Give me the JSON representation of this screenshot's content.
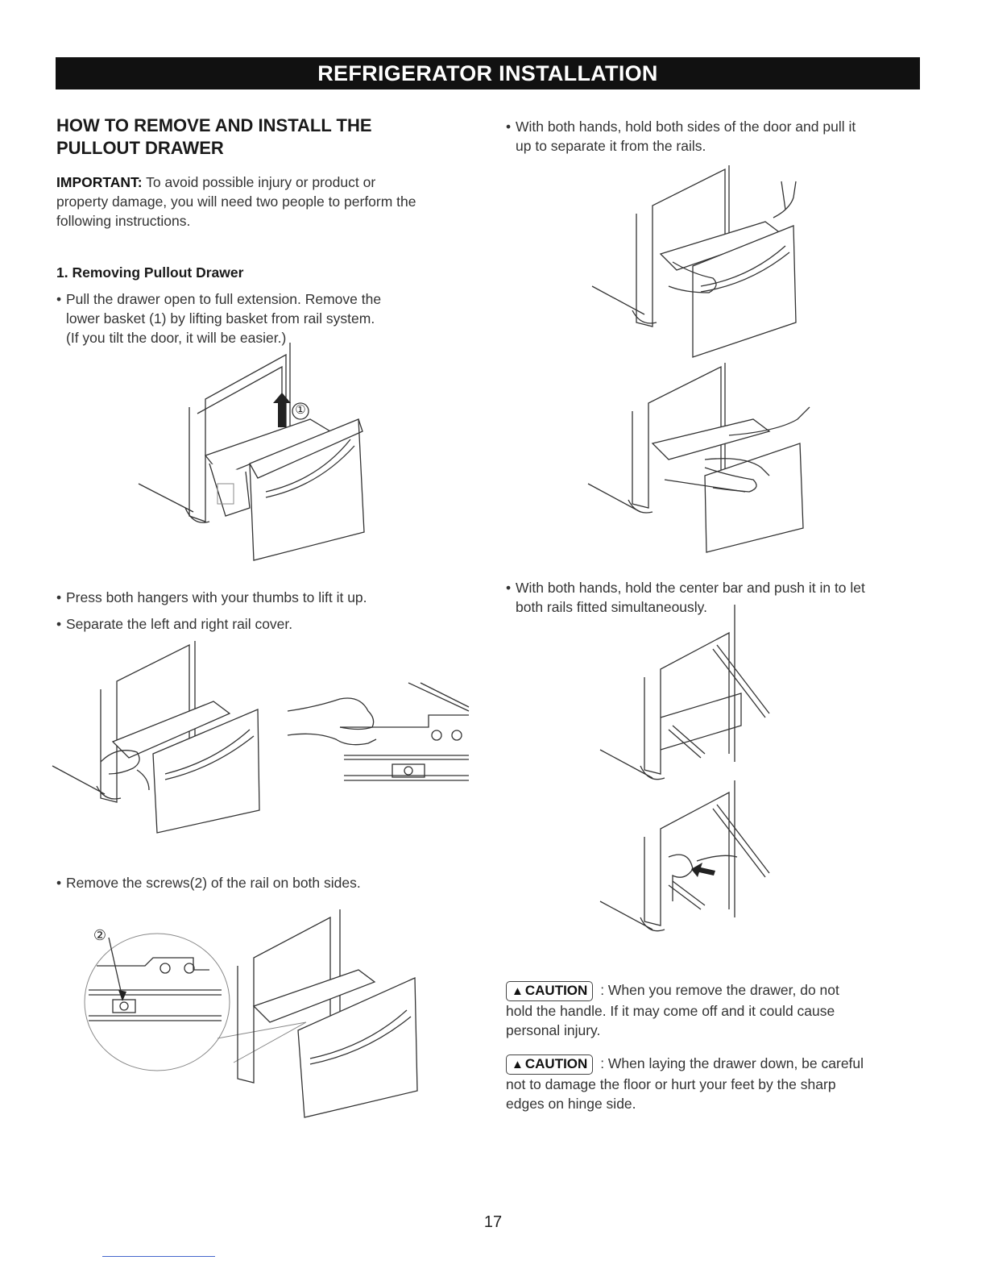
{
  "banner": "REFRIGERATOR INSTALLATION",
  "section_title": [
    "HOW TO REMOVE AND INSTALL THE",
    "PULLOUT DRAWER"
  ],
  "important": {
    "label": "IMPORTANT:",
    "text": "To avoid possible injury or product or",
    "line2": "property damage, you will need two people to perform the",
    "line3": "following instructions."
  },
  "step1_heading": "1. Removing Pullout Drawer",
  "left": {
    "bullet1": [
      "Pull the drawer open to full extension. Remove the",
      "lower basket (1) by lifting basket from rail system.",
      "(If you tilt the door, it will be easier.)"
    ],
    "bullet2": "Press both hangers with your thumbs to lift it up.",
    "bullet3": "Separate the left and right rail cover.",
    "bullet4": "Remove the screws(2) of the rail on both sides."
  },
  "right": {
    "bullet1": [
      "With both hands, hold both sides of the door and pull it",
      "up to separate it from the rails."
    ],
    "bullet2": [
      "With both hands, hold the center bar and push it in to let",
      "both rails fitted simultaneously."
    ]
  },
  "callouts": {
    "one": "①",
    "two": "②"
  },
  "cautions": [
    {
      "badge": "CAUTION",
      "text": ": When you remove the drawer, do not",
      "line2": "hold the handle. If it may come off and it could cause",
      "line3": "personal injury."
    },
    {
      "badge": "CAUTION",
      "text": ": When laying the drawer down, be careful",
      "line2": "not to damage the floor or hurt your feet by the sharp",
      "line3": "edges on hinge side."
    }
  ],
  "page_number": "17"
}
